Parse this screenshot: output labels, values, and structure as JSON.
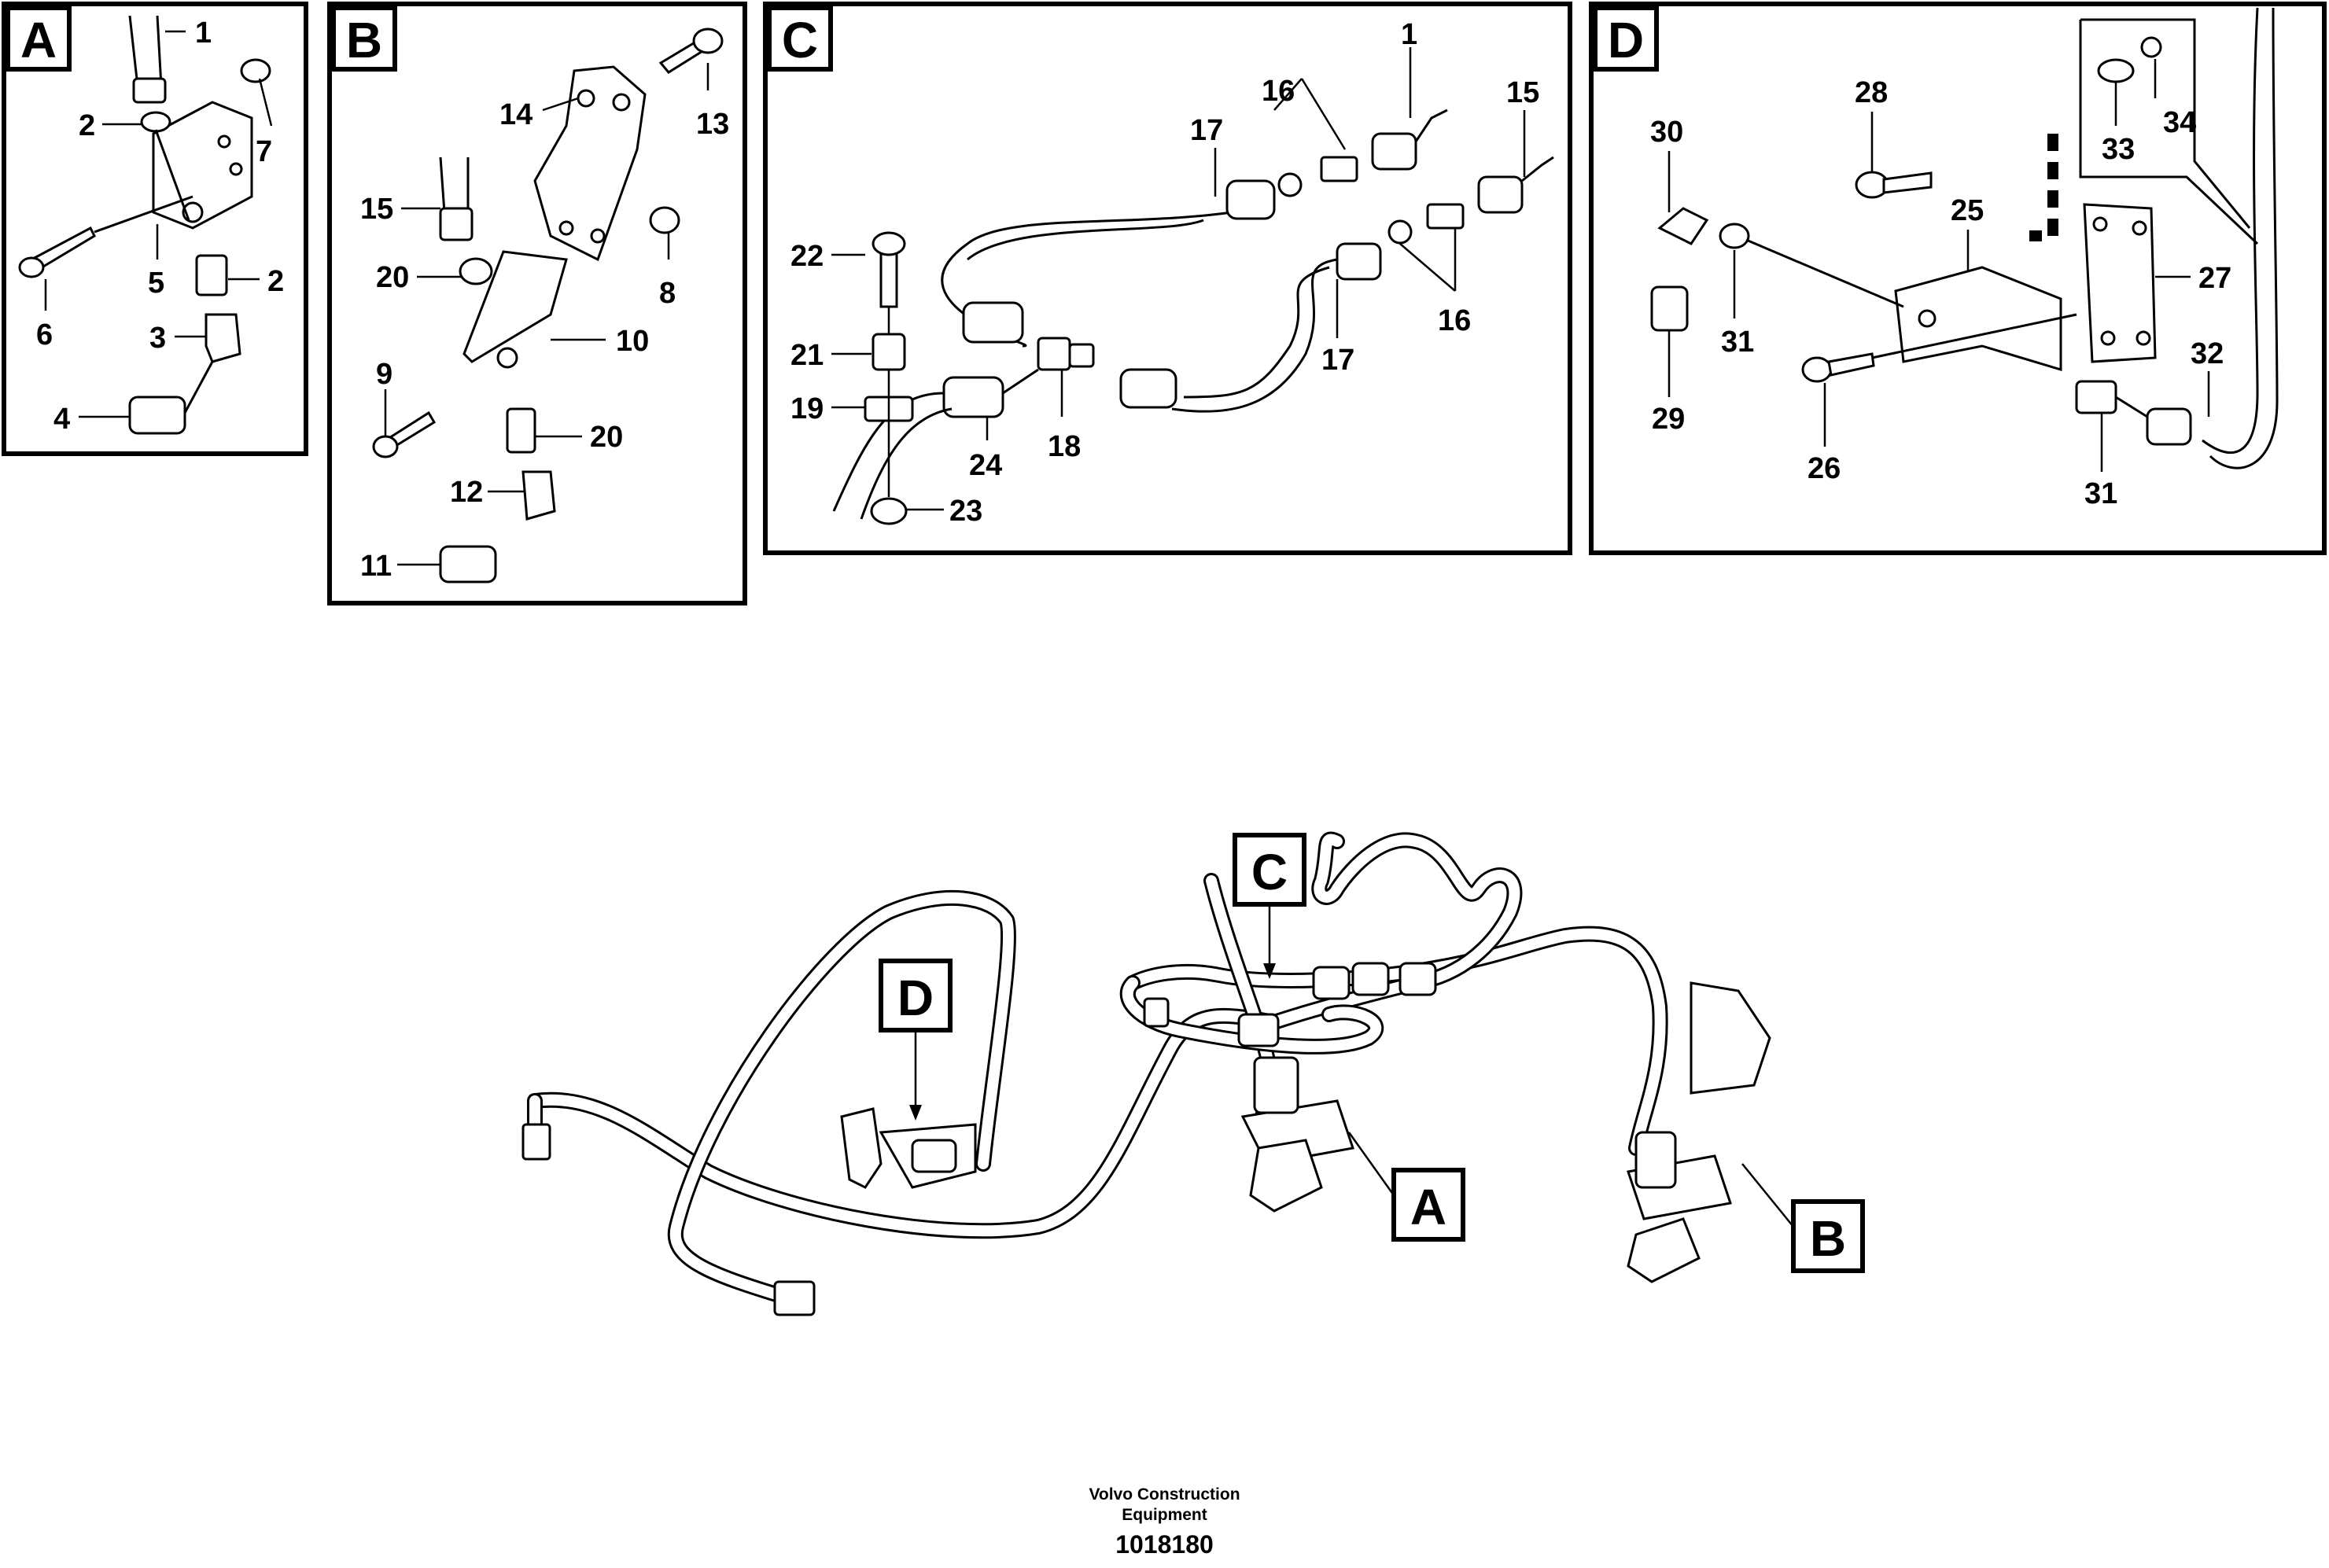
{
  "panels": {
    "A": {
      "label": "A",
      "callouts": [
        "1",
        "2",
        "7",
        "5",
        "2",
        "6",
        "3",
        "4"
      ]
    },
    "B": {
      "label": "B",
      "callouts": [
        "13",
        "14",
        "15",
        "20",
        "8",
        "10",
        "9",
        "20",
        "12",
        "11"
      ]
    },
    "C": {
      "label": "C",
      "callouts": [
        "1",
        "16",
        "15",
        "17",
        "22",
        "21",
        "19",
        "24",
        "18",
        "23",
        "17",
        "16"
      ]
    },
    "D": {
      "label": "D",
      "callouts": [
        "28",
        "30",
        "34",
        "33",
        "25",
        "27",
        "31",
        "29",
        "26",
        "31",
        "32"
      ]
    }
  },
  "overview": {
    "labels": [
      "C",
      "D",
      "A",
      "B"
    ]
  },
  "footer": {
    "company": "Volvo Construction\nEquipment",
    "number": "1018180"
  }
}
